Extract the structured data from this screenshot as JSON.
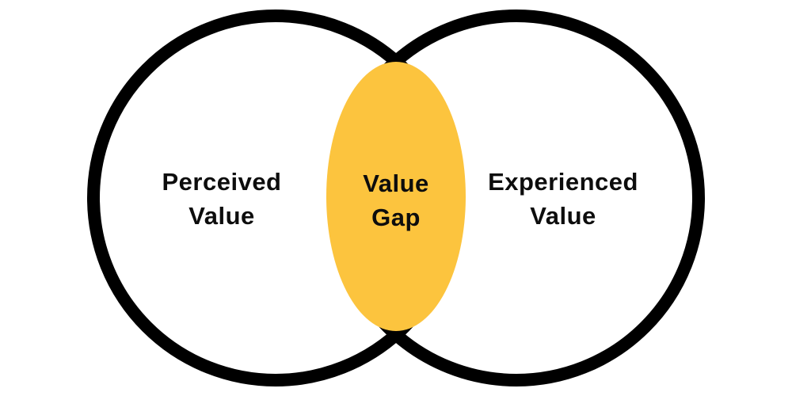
{
  "diagram": {
    "type": "venn",
    "left_circle": {
      "label_line1": "Perceived",
      "label_line2": "Value"
    },
    "overlap": {
      "label_line1": "Value",
      "label_line2": "Gap"
    },
    "right_circle": {
      "label_line1": "Experienced",
      "label_line2": "Value"
    },
    "colors": {
      "background": "#ffffff",
      "circle_fill": "#ffffff",
      "circle_stroke": "#000000",
      "overlap_fill": "#fcc43e",
      "text": "#0d0d0d"
    }
  }
}
